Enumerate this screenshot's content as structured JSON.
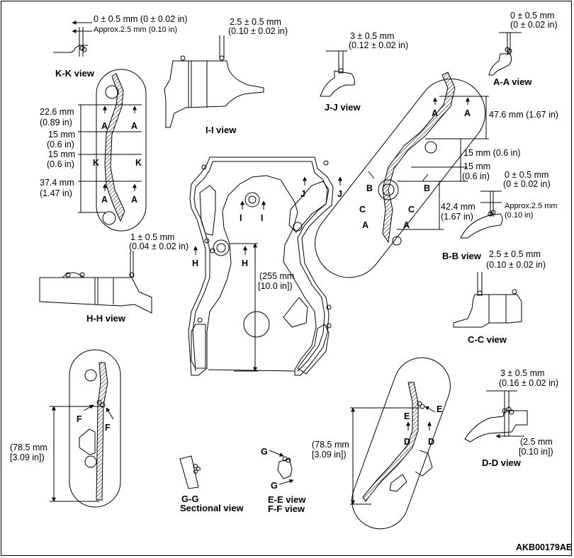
{
  "drawing_id": "AKB00179AE",
  "views": {
    "kk": {
      "title": "K-K view",
      "dim1": "0 ± 0.5 mm (0 ± 0.02 in)",
      "dim2": "Approx.2.5 mm (0.10 in)"
    },
    "ii": {
      "title": "I-I view",
      "dim1": "2.5 ± 0.5 mm",
      "dim2": "(0.10 ± 0.02 in)"
    },
    "jj": {
      "title": "J-J view",
      "dim1": "3 ± 0.5 mm",
      "dim2": "(0.12 ± 0.02 in)"
    },
    "aa": {
      "title": "A-A view",
      "dim1": "0 ± 0.5 mm",
      "dim2": "(0 ± 0.02 in)"
    },
    "hh": {
      "title": "H-H view",
      "dim1": "1 ± 0.5 mm",
      "dim2": "(0.04 ± 0.02 in)"
    },
    "bb": {
      "title": "B-B view",
      "dim1": "0 ± 0.5 mm",
      "dim2": "(0 ± 0.02 in)",
      "dim3": "Approx.2.5 mm",
      "dim4": "(0.10 in)"
    },
    "cc": {
      "title": "C-C view",
      "dim1": "2.5 ± 0.5 mm",
      "dim2": "(0.10 ± 0.02 in)"
    },
    "dd": {
      "title": "D-D view",
      "dim1": "3 ± 0.5 mm",
      "dim2": "(0.16 ± 0.02 in)",
      "dim3": "(2.5 mm",
      "dim4": "[0.10 in])"
    },
    "gg": {
      "title1": "G-G",
      "title2": "Sectional view"
    },
    "ee": {
      "title1": "E-E view",
      "title2": "F-F view"
    }
  },
  "left_detail": {
    "d1a": "22.6 mm",
    "d1b": "(0.89 in)",
    "d2a": "15 mm",
    "d2b": "(0.6 in)",
    "d3a": "15 mm",
    "d3b": "(0.6 in)",
    "d4a": "37.4 mm",
    "d4b": "(1.47 in)"
  },
  "right_detail": {
    "d1": "47.6 mm (1.67 in)",
    "d2": "15 mm (0.6 in)",
    "d3a": "15 mm",
    "d3b": "(0.6 in)",
    "d4a": "42.4 mm",
    "d4b": "(1.67 in)"
  },
  "center": {
    "d1a": "(255 mm",
    "d1b": "[10.0 in])"
  },
  "bottom_left": {
    "d1a": "(78.5 mm",
    "d1b": "[3.09 in])"
  },
  "bottom_right": {
    "d1a": "(78.5 mm",
    "d1b": "[3.09 in])"
  },
  "letters": {
    "A": "A",
    "B": "B",
    "C": "C",
    "D": "D",
    "E": "E",
    "F": "F",
    "G": "G",
    "H": "H",
    "I": "I",
    "J": "J",
    "K": "K"
  }
}
